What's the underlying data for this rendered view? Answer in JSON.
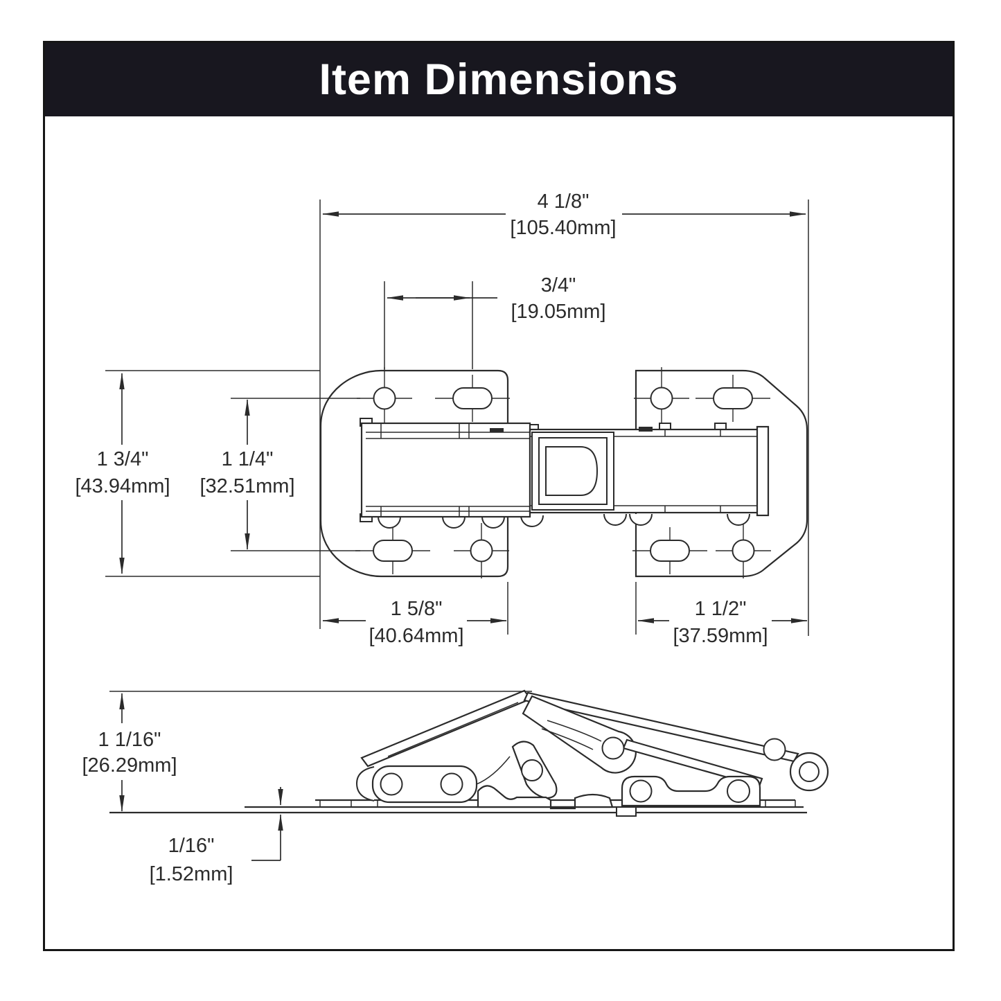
{
  "header": {
    "title": "Item Dimensions"
  },
  "colors": {
    "header_bg": "#18171f",
    "header_text": "#ffffff",
    "line": "#2b2b2b",
    "canvas": "#ffffff"
  },
  "dimensions": {
    "overall_width": {
      "inches": "4 1/8\"",
      "mm": "[105.40mm]"
    },
    "slot_offset": {
      "inches": "3/4\"",
      "mm": "[19.05mm]"
    },
    "overall_height": {
      "inches": "1 3/4\"",
      "mm": "[43.94mm]"
    },
    "hole_span": {
      "inches": "1 1/4\"",
      "mm": "[32.51mm]"
    },
    "left_plate_width": {
      "inches": "1 5/8\"",
      "mm": "[40.64mm]"
    },
    "right_plate_width": {
      "inches": "1 1/2\"",
      "mm": "[37.59mm]"
    },
    "folded_height": {
      "inches": "1 1/16\"",
      "mm": "[26.29mm]"
    },
    "plate_thickness": {
      "inches": "1/16\"",
      "mm": "[1.52mm]"
    }
  }
}
